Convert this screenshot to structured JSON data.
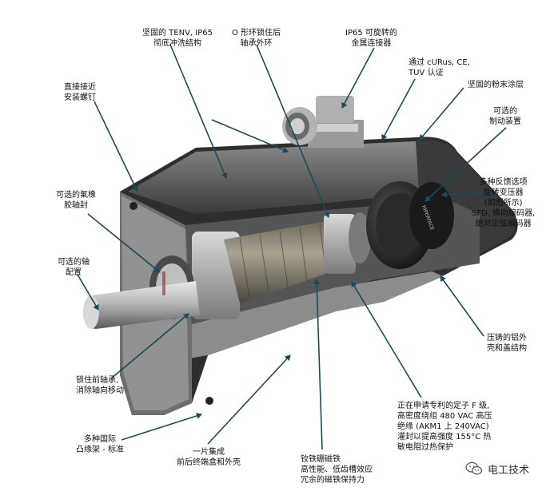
{
  "labels": {
    "tenv": "坚固的 TENV, IP65\n彻底冲洗结构",
    "oring": "O 形环锁住后\n轴承外环",
    "connector": "IP65 可旋转的\n金属连接器",
    "cert": "通过 cURus, CE,\nTUV 认证",
    "powder": "坚固的粉末涂层",
    "brake": "可选的\n制动装置",
    "feedback": "多种反馈选项\n旋转变压器\n(如图所示)\nSFD, 换向编码器,\n绝对正弦编码器",
    "housing": "压铸的铝外\n壳和盖结构",
    "stator": "正在申请专利的定子 F 级,\n高密度绕组 480 VAC 高压\n绝缘 (AKM1 上 240VAC)\n灌封以提高强度 155°C 热\n敏电阻过热保护",
    "magnet": "钕铁硼磁铁\n高性能、低齿槽效应\n冗余的磁铁保持力",
    "endcap": "一片集成\n前后终端盒和外壳",
    "flange": "多种国际\n凸缘架 - 标准",
    "bearing": "锁住前轴承,\n消除轴向移动",
    "shaft": "可选的轴\n配置",
    "seal": "可选的氟橡\n胶轴封",
    "screws": "直接接近\n安装螺钉"
  },
  "watermark": {
    "text": "电工技术",
    "icon": "wechat-icon"
  },
  "drawing_text": {
    "nameplate": "HIPERFACE"
  },
  "colors": {
    "background": "#ffffff",
    "arrow": "#1c4a5a",
    "housing_dark": "#2b2b2b",
    "housing_mid": "#6a6a6a",
    "metal_light": "#c8c8c8",
    "rotor": "#8a8578"
  }
}
